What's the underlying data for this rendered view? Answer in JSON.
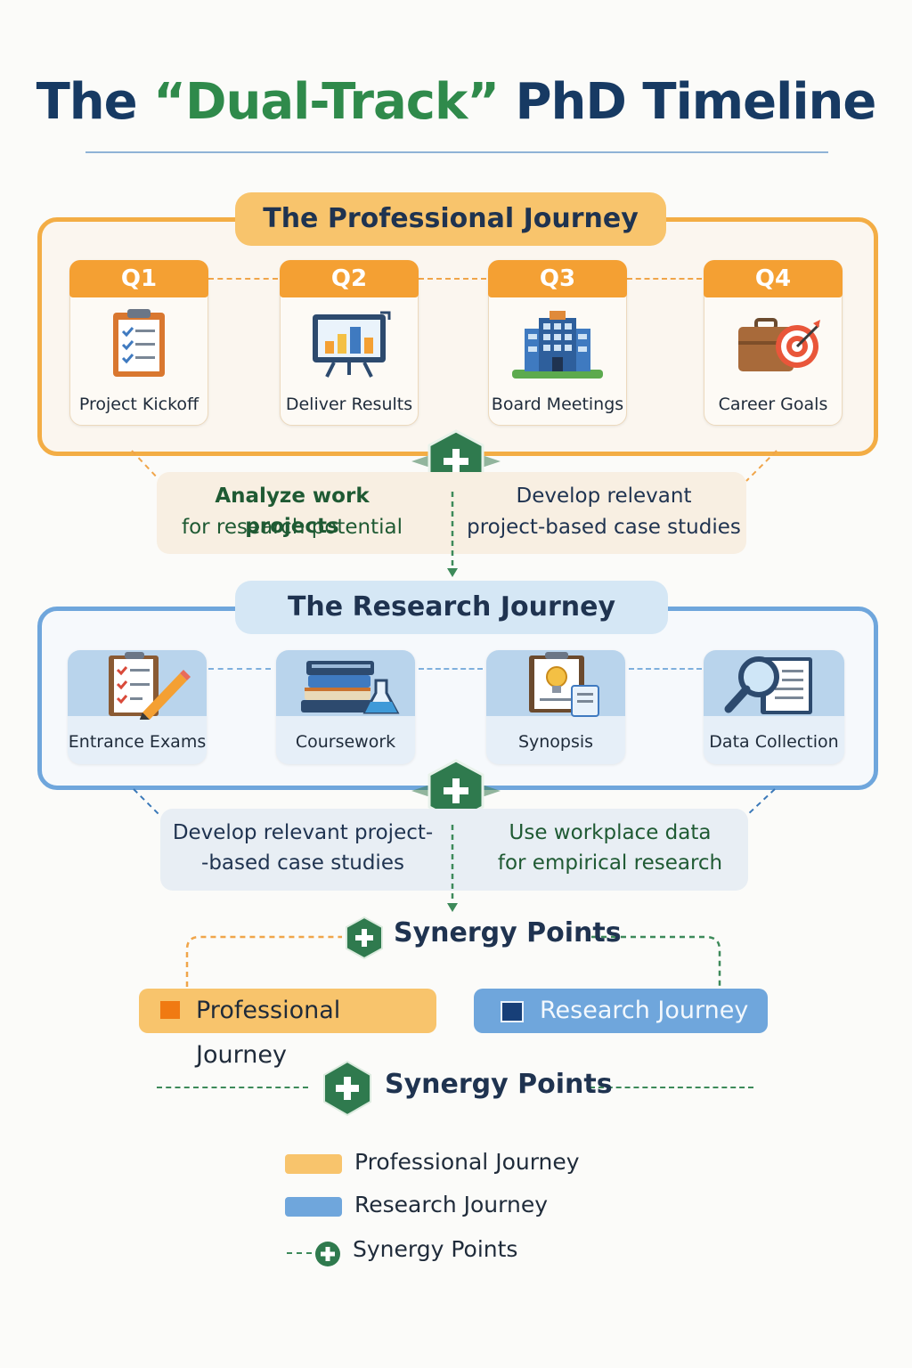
{
  "title": {
    "prefix": "The ",
    "highlight": "“Dual-Track”",
    "suffix": " PhD Timeline"
  },
  "professional": {
    "title": "The Professional Journey",
    "quarters": [
      {
        "q": "Q1",
        "label": "Project Kickoff",
        "icon": "clipboard-checklist-icon"
      },
      {
        "q": "Q2",
        "label": "Deliver Results",
        "icon": "presentation-chart-icon"
      },
      {
        "q": "Q3",
        "label": "Board Meetings",
        "icon": "office-building-icon"
      },
      {
        "q": "Q4",
        "label": "Career Goals",
        "icon": "briefcase-target-icon"
      }
    ],
    "notes": {
      "left_line1": "Analyze work projects",
      "left_line2": "for research potential",
      "right_line1": "Develop relevant",
      "right_line2": "project-based case studies"
    }
  },
  "research": {
    "title": "The Research Journey",
    "stages": [
      {
        "label": "Entrance Exams",
        "icon": "exam-paper-pencil-icon"
      },
      {
        "label": "Coursework",
        "icon": "books-flask-icon"
      },
      {
        "label": "Synopsis",
        "icon": "lightbulb-document-icon"
      },
      {
        "label": "Data Collection",
        "icon": "magnifier-book-icon"
      }
    ],
    "notes": {
      "left_line1": "Develop relevant project-",
      "left_line2": "-based case studies",
      "right_line1": "Use workplace data",
      "right_line2": "for empirical research"
    }
  },
  "synergy": {
    "label": "Synergy Points",
    "professional_btn": "Professional Journey",
    "research_btn": "Research Journey",
    "label2": "Synergy Points"
  },
  "legend": {
    "professional": "Professional Journey",
    "research": "Research Journey",
    "synergy": "Synergy Points"
  },
  "colors": {
    "orange": "#f4a033",
    "blue": "#6fa6dc",
    "green": "#2f7a4e",
    "navy": "#173a63"
  }
}
